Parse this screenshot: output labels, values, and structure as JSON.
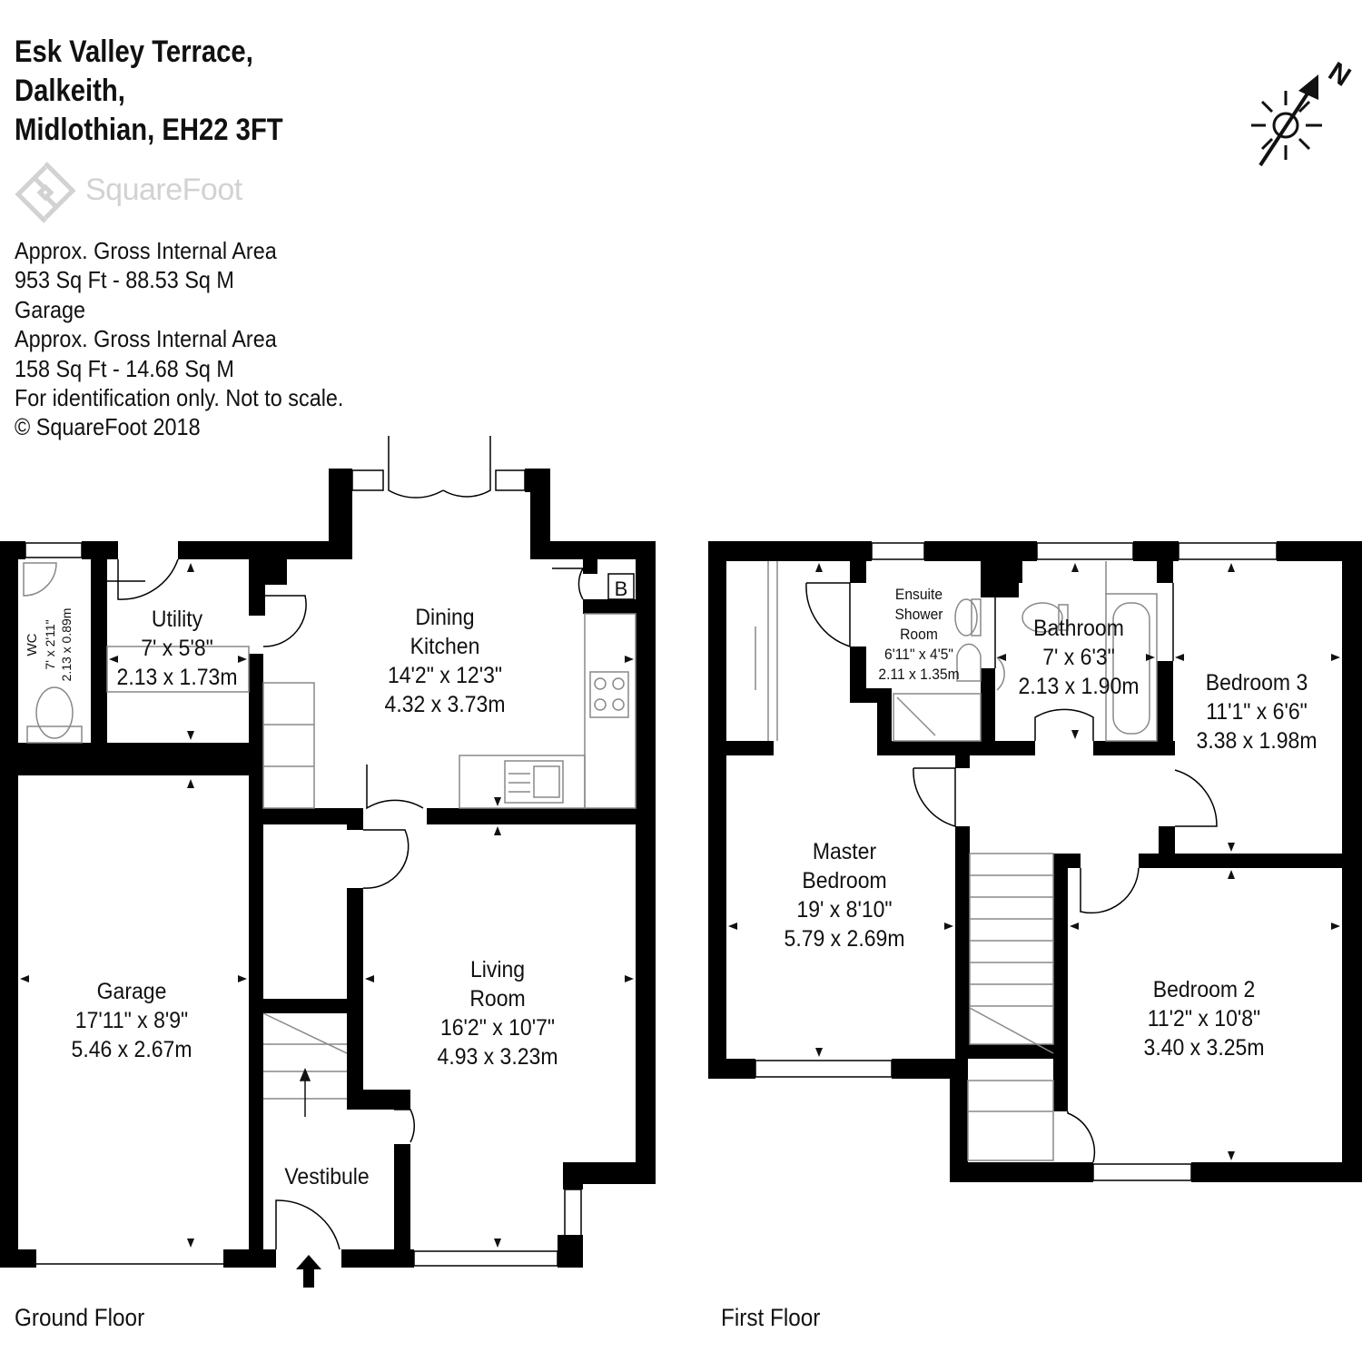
{
  "address": {
    "line1": "Esk Valley Terrace,",
    "line2": "Dalkeith,",
    "line3": "Midlothian, EH22 3FT"
  },
  "logo": {
    "brand": "SquareFoot"
  },
  "info": {
    "line1": "Approx. Gross Internal Area",
    "line2": "953 Sq Ft  -  88.53 Sq M",
    "line3": "Garage",
    "line4": "Approx. Gross Internal Area",
    "line5": "158 Sq Ft  -  14.68 Sq M",
    "line6": "For identification only. Not to scale.",
    "line7": "© SquareFoot 2018"
  },
  "compass": {
    "north": "N"
  },
  "floors": {
    "ground": "Ground Floor",
    "first": "First Floor"
  },
  "rooms": {
    "utility": {
      "name": "Utility",
      "imperial": "7' x 5'8\"",
      "metric": "2.13 x 1.73m"
    },
    "wc": {
      "name": "WC",
      "imperial": "7' x 2'11\"",
      "metric": "2.13 x 0.89m"
    },
    "dining": {
      "name1": "Dining",
      "name2": "Kitchen",
      "imperial": "14'2\" x 12'3\"",
      "metric": "4.32 x 3.73m"
    },
    "boiler": {
      "label": "B"
    },
    "garage": {
      "name": "Garage",
      "imperial": "17'11\" x 8'9\"",
      "metric": "5.46 x 2.67m"
    },
    "living": {
      "name1": "Living",
      "name2": "Room",
      "imperial": "16'2\" x 10'7\"",
      "metric": "4.93 x 3.23m"
    },
    "vestibule": {
      "name": "Vestibule"
    },
    "ensuite": {
      "name1": "Ensuite",
      "name2": "Shower",
      "name3": "Room",
      "imperial": "6'11\" x 4'5\"",
      "metric": "2.11 x 1.35m"
    },
    "bathroom": {
      "name": "Bathroom",
      "imperial": "7' x 6'3\"",
      "metric": "2.13 x 1.90m"
    },
    "bedroom3": {
      "name": "Bedroom 3",
      "imperial": "11'1\" x 6'6\"",
      "metric": "3.38 x 1.98m"
    },
    "master": {
      "name1": "Master",
      "name2": "Bedroom",
      "imperial": "19' x 8'10\"",
      "metric": "5.79 x 2.69m"
    },
    "bedroom2": {
      "name": "Bedroom 2",
      "imperial": "11'2\" x 10'8\"",
      "metric": "3.40 x 3.25m"
    }
  },
  "colors": {
    "wall": "#000000",
    "fixture": "#888888",
    "logo": "#d2d2d2"
  }
}
